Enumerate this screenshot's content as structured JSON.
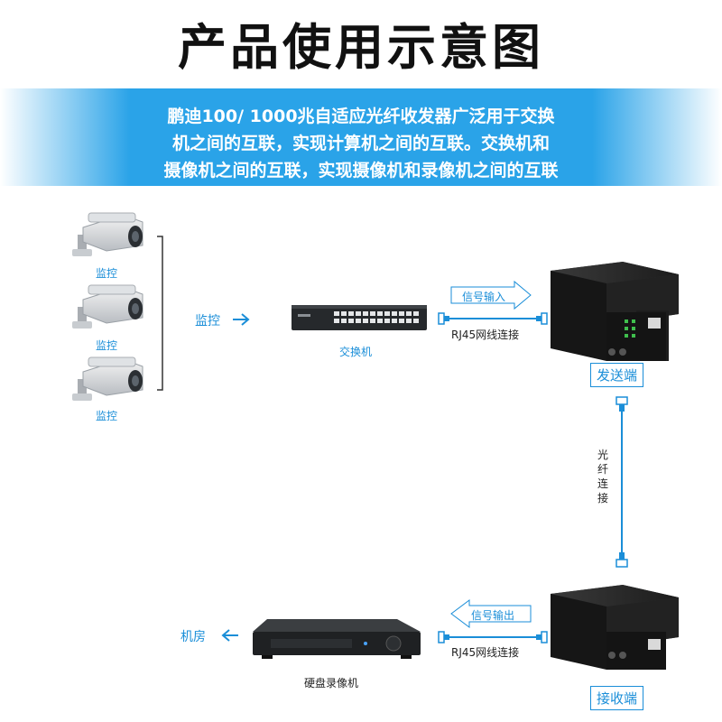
{
  "title": "产品使用示意图",
  "banner": {
    "line1": "鹏迪100/ 1000兆自适应光纤收发器广泛用于交换",
    "line2": "机之间的互联，实现计算机之间的互联。交换机和",
    "line3": "摄像机之间的互联，实现摄像机和录像机之间的互联"
  },
  "cameras": {
    "label1": "监控",
    "label2": "监控",
    "label3": "监控"
  },
  "monitor_arrow_label": "监控",
  "switch_label": "交换机",
  "signal_in_label": "信号输入",
  "rj45_top_label": "RJ45网线连接",
  "sender_label": "发送端",
  "fiber_label_chars": [
    "光",
    "纤",
    "连",
    "接"
  ],
  "signal_out_label": "信号输出",
  "rj45_bottom_label": "RJ45网线连接",
  "receiver_label": "接收端",
  "nvr_label": "硬盘录像机",
  "room_label": "机房",
  "colors": {
    "accent": "#1a8ed8",
    "banner": "#2aa3e8"
  }
}
